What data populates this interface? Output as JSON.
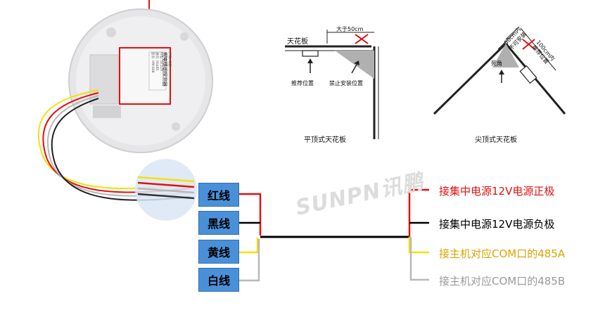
{
  "ceiling_diagrams": {
    "flat": {
      "ceiling_label": "天花板",
      "distance_label": "大于50cm",
      "recommended_label": "推荐位置",
      "forbidden_label": "禁止安装位置",
      "caption": "平顶式天花板"
    },
    "peaked": {
      "within_label_1": "50cm内",
      "within_label_2": "不可安装",
      "range_label_1": "100cm内",
      "range_label_2": "推荐位置",
      "dead_angle_label": "死角",
      "caption": "尖顶式天花板"
    }
  },
  "device": {
    "label_title": "光电感烟探测器",
    "label_lines": [
      "型号: HM-608",
      "通讯: RS485",
      "供电: DC12V",
      "报警: 声光",
      "厂商: 讯鹏"
    ]
  },
  "wires": [
    {
      "label": "红线",
      "color": "#e21010",
      "description": "接集中电源12V电源正极",
      "text_color": "#e21010"
    },
    {
      "label": "黑线",
      "color": "#000000",
      "description": "接集中电源12V电源负极",
      "text_color": "#000000"
    },
    {
      "label": "黄线",
      "color": "#f3e10a",
      "description": "接主机对应COM口的485A",
      "text_color": "#d9a400"
    },
    {
      "label": "白线",
      "color": "#b8b8b8",
      "description": "接主机对应COM口的485B",
      "text_color": "#9a9a9a"
    }
  ],
  "watermark": "SUNPN讯鹏"
}
